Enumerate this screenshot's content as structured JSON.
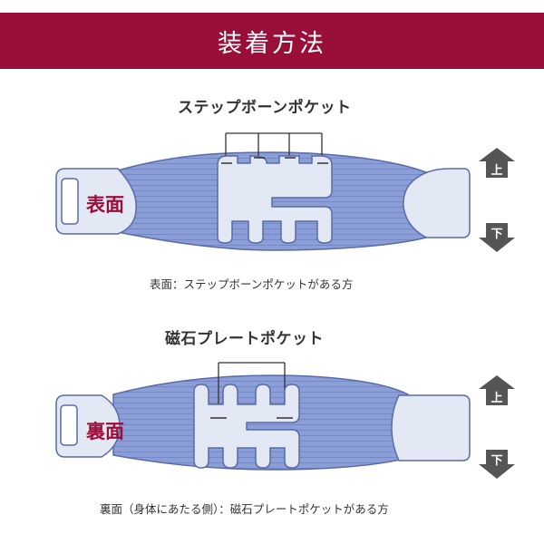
{
  "header": {
    "title": "装着方法"
  },
  "front": {
    "pocket_label": "ステップボーンポケット",
    "side_label": "表面",
    "caption": "表面：ステップボーンポケットがある方",
    "arrow_up": "上",
    "arrow_down": "下"
  },
  "back": {
    "pocket_label": "磁石プレートポケット",
    "side_label": "裏面",
    "caption": "裏面（身体にあたる側）：磁石プレートポケットがある方",
    "arrow_up": "上",
    "arrow_down": "下"
  },
  "colors": {
    "accent": "#9a0f3a",
    "belt_fill": "#8c9ed6",
    "belt_stripe": "#7487c6",
    "belt_outline": "#5a6ba8",
    "pad_fill": "#e3e8f5",
    "arrow": "#555555"
  }
}
